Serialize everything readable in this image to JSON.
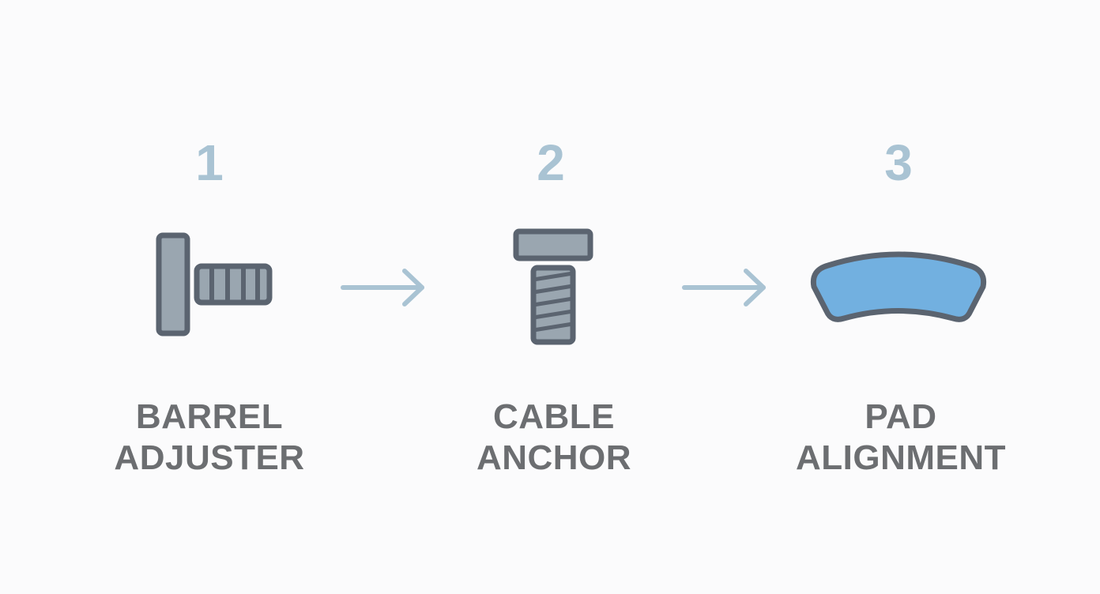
{
  "steps": [
    {
      "number": "1",
      "label_line1": "BARREL",
      "label_line2": "ADJUSTER",
      "icon": "barrel-adjuster-icon"
    },
    {
      "number": "2",
      "label_line1": "CABLE",
      "label_line2": "ANCHOR",
      "icon": "bolt-icon"
    },
    {
      "number": "3",
      "label_line1": "PAD",
      "label_line2": "ALIGNMENT",
      "icon": "brake-pad-icon"
    }
  ],
  "colors": {
    "number": "#a9c3d3",
    "label": "#6c6e71",
    "arrow": "#a9c3d3",
    "metal_fill": "#9aa6b0",
    "outline": "#5b6470",
    "pad_fill": "#72b0e0",
    "background": "#fbfbfc"
  }
}
